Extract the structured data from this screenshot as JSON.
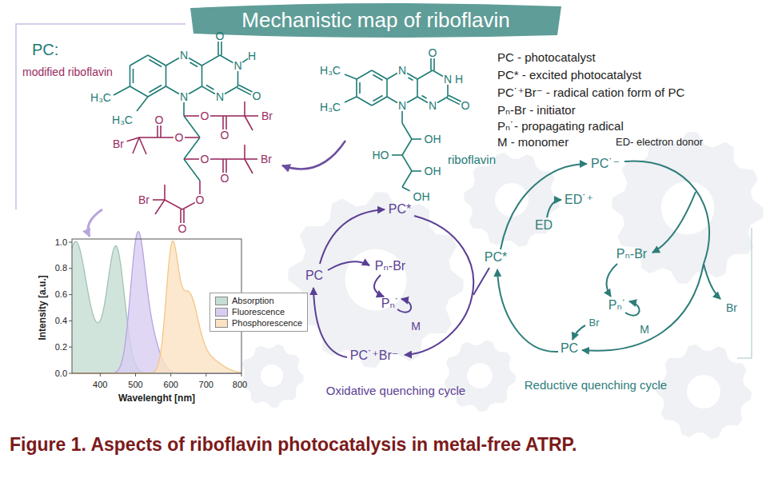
{
  "diagram": {
    "title": "Mechanistic map of riboflavin",
    "caption": "Figure 1. Aspects of riboflavin photocatalysis in metal-free ATRP.",
    "labels": [
      "PC:",
      "modified riboflavin",
      "O",
      "H",
      "N",
      "N",
      "N",
      "O",
      "H₃C",
      "N",
      "H₃C",
      "O",
      "O",
      "Br",
      "O",
      "O",
      "Br",
      "O",
      "O",
      "Br",
      "O",
      "O",
      "Br",
      "O",
      "N",
      "N",
      "H",
      "H₃C",
      "N",
      "O",
      "H₃C",
      "N",
      "OH",
      "HO",
      "riboflavin",
      "OH",
      "OH",
      "PC - photocatalyst",
      "PC* - excited photocatalyst",
      "PC˙⁺Br⁻ - radical cation form of PC",
      "Pₙ-Br - initiator",
      "Pₙ˙- propagating radical",
      "M - monomer",
      "ED- electron donor",
      "1.0",
      "0.8",
      "0.6",
      "0.4",
      "0.2",
      "0.0",
      "Intensity [a.u.]",
      "400",
      "500",
      "600",
      "700",
      "800",
      "Wavelenght [nm]",
      "PC*",
      "PC",
      "Pₙ-Br",
      "Pₙ˙",
      "M",
      "PC˙⁺Br⁻",
      "Oxidative quenching cycle",
      "PC˙⁻",
      "ED˙⁺",
      "ED",
      "PC*",
      "Pₙ-Br",
      "Pₙ˙",
      "M",
      "Br",
      "Br",
      "PC",
      "Reductive quenching cycle"
    ],
    "legend": [
      {
        "text": "Absorption",
        "color": "#c6ddd3"
      },
      {
        "text": "Fluorescence",
        "color": "#d8cdf1"
      },
      {
        "text": "Phosphorescence",
        "color": "#fbe2c2"
      }
    ]
  }
}
